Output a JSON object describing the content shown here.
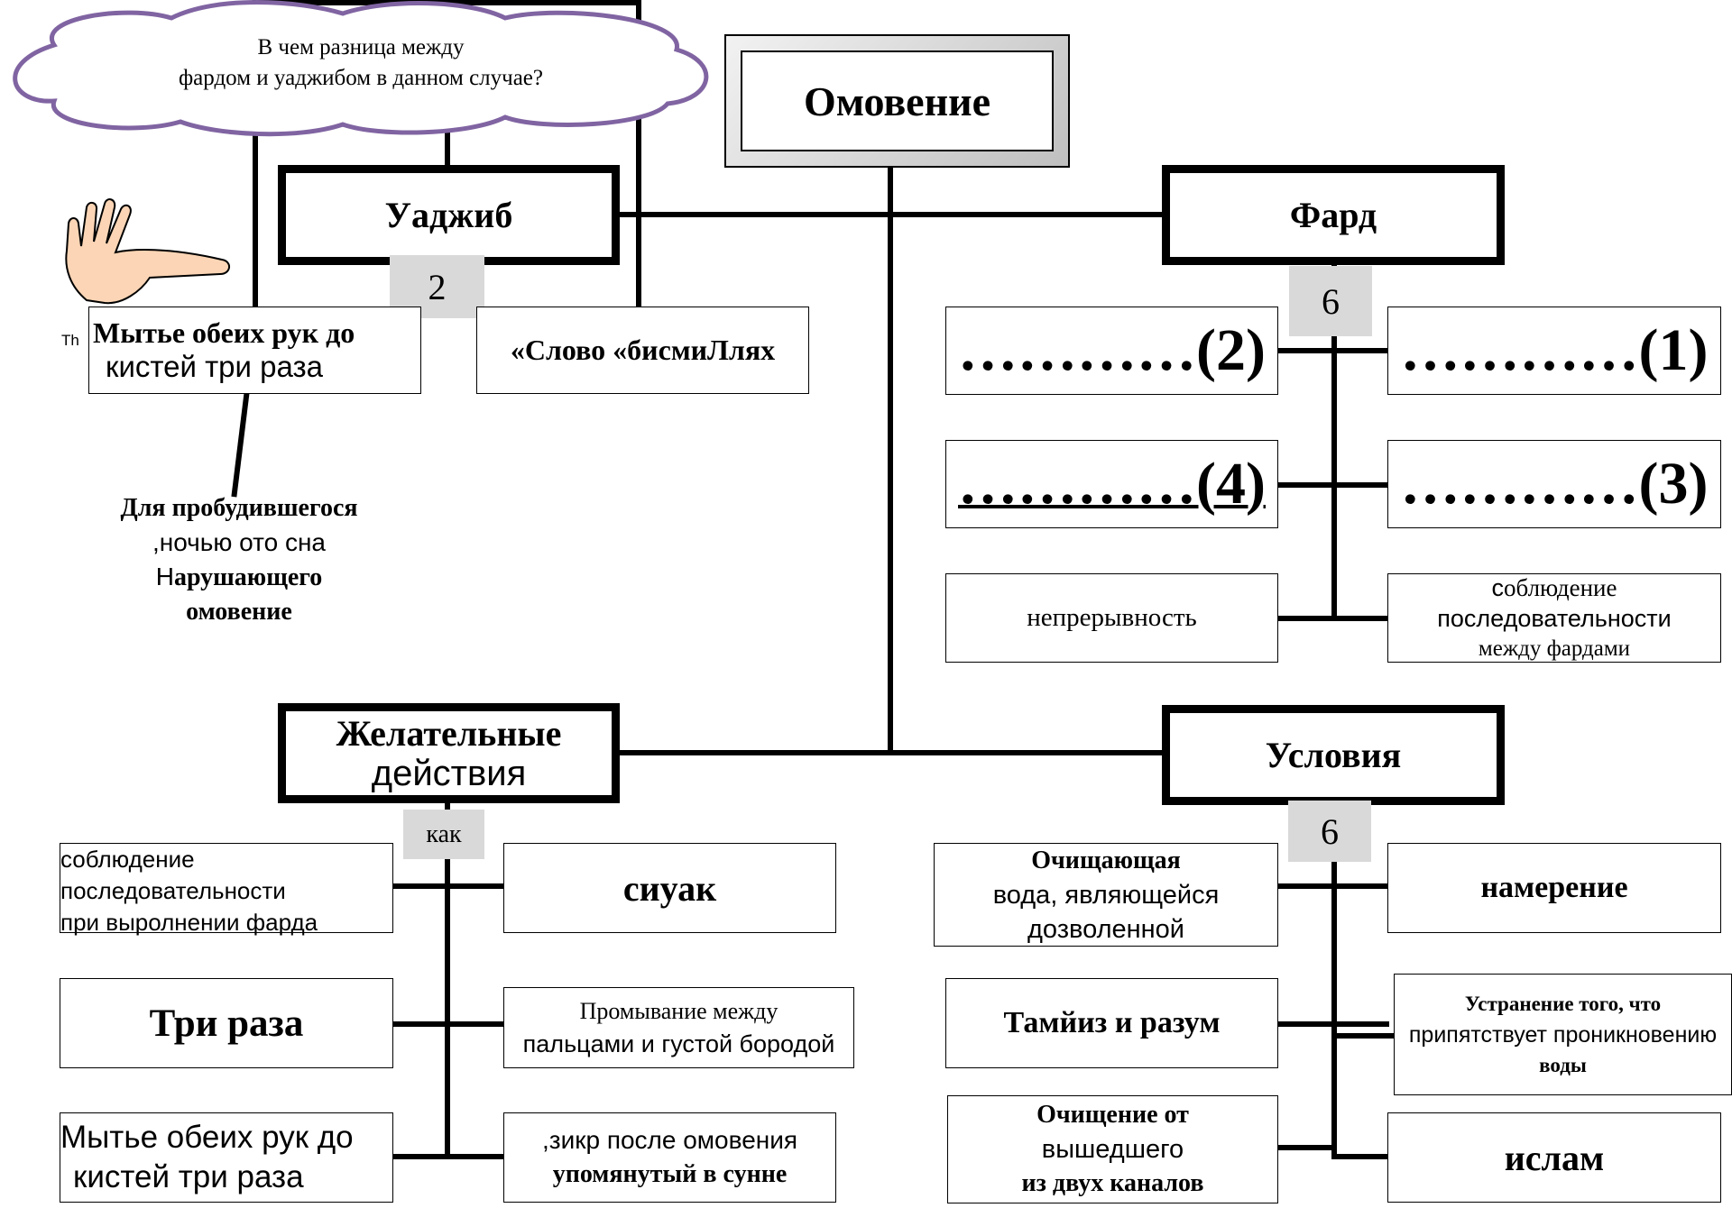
{
  "cloud": {
    "line1": "В чем разница между",
    "line2": "фардом и уаджибом в данном случае?"
  },
  "root": {
    "label": "Омовение"
  },
  "wajib": {
    "label": "Уаджиб",
    "count": "2",
    "item1_line1": "Мытье обеих рук до",
    "item1_line2": "кистей три раза",
    "item1_prefix": "Th",
    "item2": "«Слово «бисмиЛлях",
    "note_line1": "Для пробудившегося",
    "note_line2": ",ночью ото сна",
    "note_line3_prefix": "Н",
    "note_line3_rest": "арушающего",
    "note_line4": "омовение"
  },
  "fard": {
    "label": "Фард",
    "count": "6",
    "blank2": "…………(2)",
    "blank1": "…………(1)",
    "blank4": "…………(4)",
    "blank3": "…………(3)",
    "continuity": "непрерывность",
    "order_line1_prefix": "с",
    "order_line1_rest": "облюдение",
    "order_line2": "последовательности",
    "order_line3": "между фардами"
  },
  "desirable": {
    "label_line1": "Желательные",
    "label_line2": "действия",
    "count": "как",
    "order_line1": "соблюдение",
    "order_line2": "последовательности",
    "order_line3": "при выролнении фарда",
    "siwak": "сиуак",
    "three_times": "Три раза",
    "rinse_line1": "Промывание между",
    "rinse_line2": "пальцами и густой бородой",
    "hands_line1": "Мытье обеих рук до",
    "hands_line2": "кистей три раза",
    "dhikr_line1": ",зикр после омовения",
    "dhikr_line2": "упомянутый в сунне"
  },
  "conditions": {
    "label": "Условия",
    "count": "6",
    "water_line1": "Очищающая",
    "water_line2": "вода, являющейся",
    "water_line3": "дозволенной",
    "intention": "намерение",
    "tamyiz": "Тамйиз и разум",
    "remove_line1": "Устранение того, что",
    "remove_line2": "припятствует проникновению",
    "remove_line3": "воды",
    "purify_line1": "Очищение от",
    "purify_line2": "вышедшего",
    "purify_line3": "из двух каналов",
    "islam": "ислам"
  }
}
